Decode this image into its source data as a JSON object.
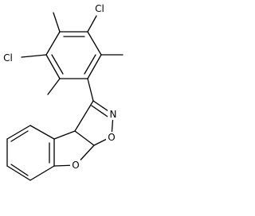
{
  "molecule": {
    "atoms": {
      "cl_top": "Cl",
      "cl_left": "Cl",
      "n": "N",
      "o_isoxazole": "O",
      "o_furan": "O"
    }
  }
}
